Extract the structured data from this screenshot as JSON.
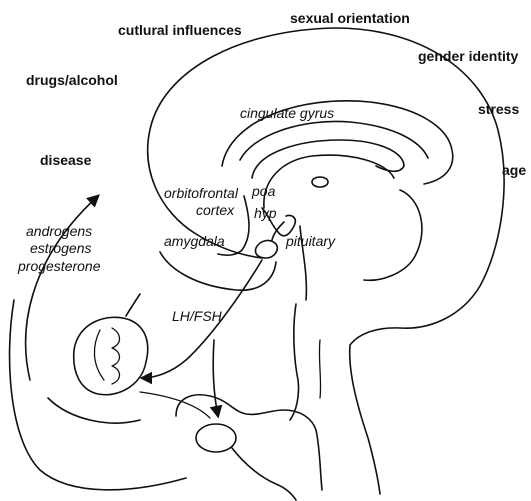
{
  "influences": {
    "cultural": "cutlural influences",
    "sexual_orientation": "sexual orientation",
    "gender_identity": "gender identity",
    "drugs_alcohol": "drugs/alcohol",
    "stress": "stress",
    "disease": "disease",
    "age": "age"
  },
  "brain_regions": {
    "cingulate_gyrus": "cingulate gyrus",
    "poa": "poa",
    "hyp": "hyp",
    "orbitofrontal_line1": "orbitofrontal",
    "orbitofrontal_line2": "cortex",
    "amygdala": "amygdala",
    "pituitary": "pituitary"
  },
  "hormones": {
    "line1": "androgens",
    "line2": "estrogens",
    "line3": "progesterone",
    "gonadotropins": "LH/FSH"
  }
}
